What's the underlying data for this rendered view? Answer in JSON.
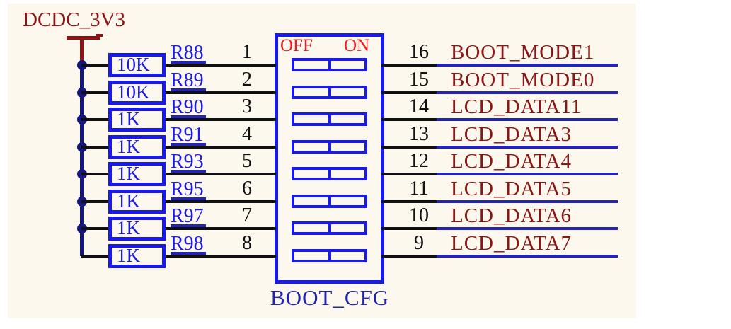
{
  "diagram": {
    "power_net": "DCDC_3V3",
    "switch_name": "BOOT_CFG",
    "switch_off_label": "OFF",
    "switch_on_label": "ON",
    "rows": [
      {
        "value": "10K",
        "designator": "R88",
        "left_pin": "1",
        "right_pin": "16",
        "net": "BOOT_MODE1"
      },
      {
        "value": "10K",
        "designator": "R89",
        "left_pin": "2",
        "right_pin": "15",
        "net": "BOOT_MODE0"
      },
      {
        "value": "1K",
        "designator": "R90",
        "left_pin": "3",
        "right_pin": "14",
        "net": "LCD_DATA11"
      },
      {
        "value": "1K",
        "designator": "R91",
        "left_pin": "4",
        "right_pin": "13",
        "net": "LCD_DATA3"
      },
      {
        "value": "1K",
        "designator": "R93",
        "left_pin": "5",
        "right_pin": "12",
        "net": "LCD_DATA4"
      },
      {
        "value": "1K",
        "designator": "R95",
        "left_pin": "6",
        "right_pin": "11",
        "net": "LCD_DATA5"
      },
      {
        "value": "1K",
        "designator": "R97",
        "left_pin": "7",
        "right_pin": "10",
        "net": "LCD_DATA6"
      },
      {
        "value": "1K",
        "designator": "R98",
        "left_pin": "8",
        "right_pin": "9",
        "net": "LCD_DATA7"
      }
    ],
    "colors": {
      "page_white": "#FFFFFF",
      "sheet_background": "#FDF8EE",
      "component_blue": "#1A1AE6",
      "wire_black": "#101010",
      "wire_blue": "#2323B4",
      "bus_navy": "#16167F",
      "net_maroon": "#8B1414",
      "switch_red": "#F21A1A",
      "title_blue": "#2122AE"
    }
  }
}
